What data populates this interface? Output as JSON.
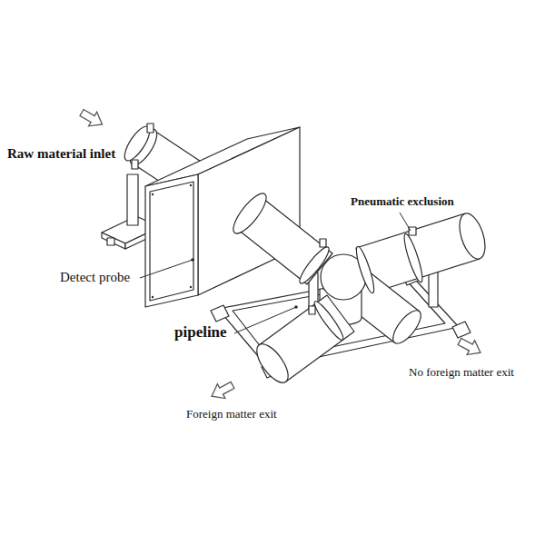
{
  "diagram": {
    "labels": [
      "Raw material inlet",
      "Pneumatic exclusion",
      "Detect probe",
      "pipeline",
      "No foreign matter exit",
      "Foreign matter exit"
    ]
  }
}
